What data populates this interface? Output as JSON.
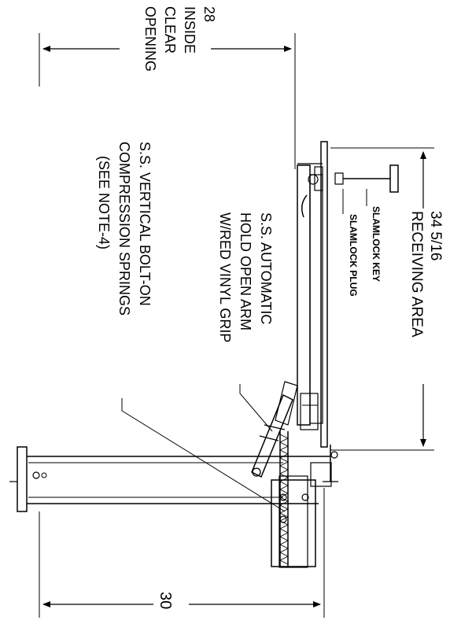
{
  "dimensions": {
    "inside_clear_opening": {
      "value": "28",
      "label_lines": [
        "INSIDE",
        "CLEAR",
        "OPENING"
      ]
    },
    "receiving_area": {
      "value": "34 5/16",
      "label": "RECEIVING AREA"
    },
    "overall": {
      "value": "30"
    }
  },
  "callouts": {
    "slamlock_key": "SLAMLOCK KEY",
    "slamlock_plug": "SLAMLOCK PLUG",
    "hold_open_arm": [
      "S.S. AUTOMATIC",
      "HOLD OPEN ARM",
      "W/RED VINYL GRIP"
    ],
    "compression_springs": [
      "S.S. VERTICAL BOLT-ON",
      "COMPRESSION SPRINGS",
      "(SEE NOTE-4)"
    ]
  }
}
